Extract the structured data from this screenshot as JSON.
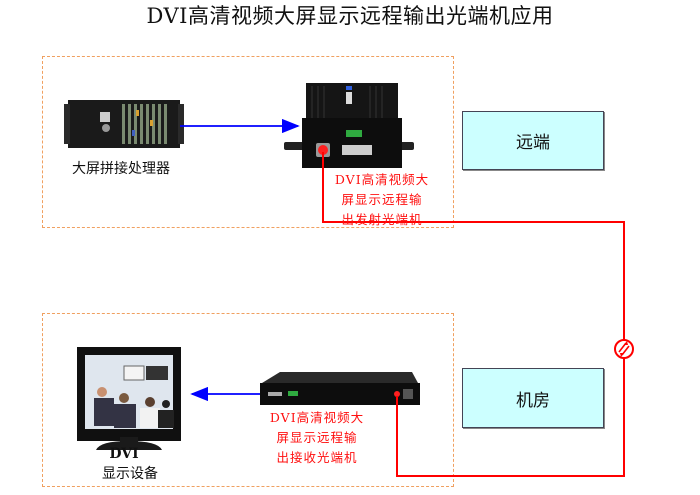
{
  "title": "DVI高清视频大屏显示远程输出光端机应用",
  "sites": {
    "remote": "远端",
    "room": "机房"
  },
  "devices": {
    "processor": {
      "label": "大屏拼接处理器"
    },
    "transmitter": {
      "label_lines": [
        "DVI高清视频大",
        "屏显示远程输",
        "出发射光端机"
      ]
    },
    "receiver": {
      "label_lines": [
        "DVI高清视频大",
        "屏显示远程输",
        "出接收光端机"
      ]
    },
    "display": {
      "label_top": "DVI",
      "label_bottom": "显示设备"
    }
  },
  "connections": [
    {
      "from": "大屏拼接处理器",
      "to": "发射光端机",
      "type": "DVI",
      "color": "#0000ff"
    },
    {
      "from": "发射光端机",
      "to": "接收光端机",
      "type": "fiber",
      "color": "#ff0000"
    },
    {
      "from": "接收光端机",
      "to": "显示设备",
      "type": "DVI",
      "color": "#0000ff"
    }
  ],
  "colors": {
    "zone_border": "#f0a060",
    "site_box_fill": "#ccffff",
    "fiber": "#ff0000",
    "dvi_link": "#0000ff",
    "label_red": "#ff1010"
  }
}
